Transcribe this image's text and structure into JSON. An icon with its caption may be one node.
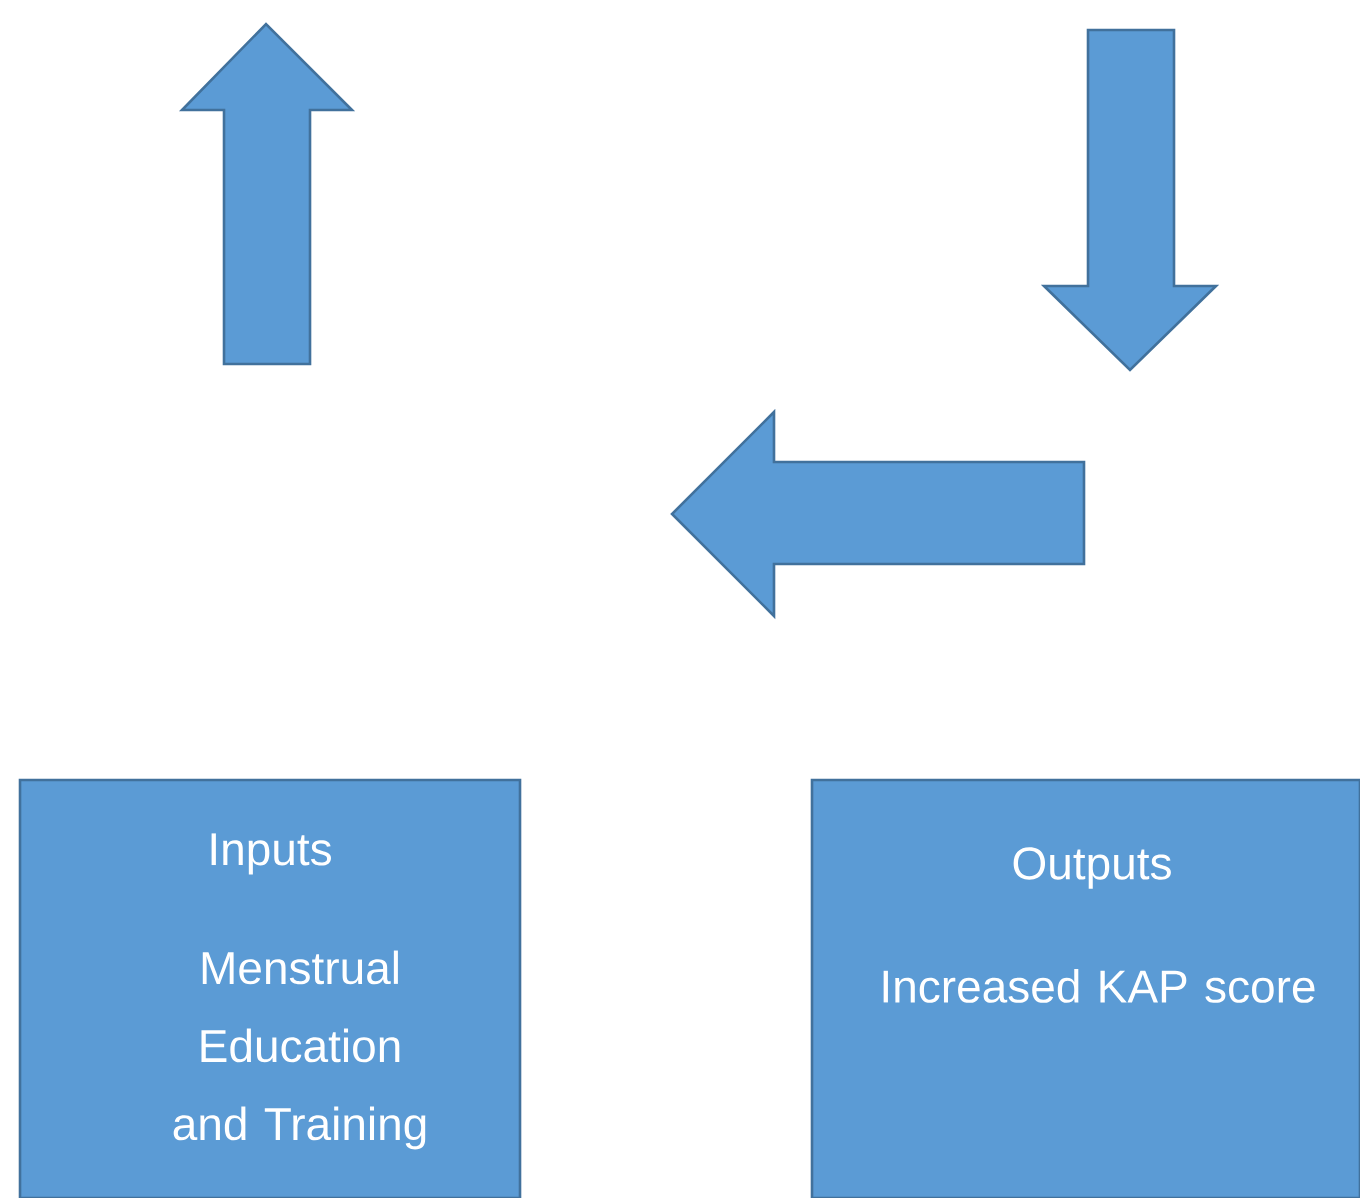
{
  "diagram": {
    "nodes": [
      {
        "text": [
          "Inputs",
          "Menstrual Education and Training"
        ]
      },
      {
        "text": [
          "Outputs",
          "Increased KAP score"
        ]
      }
    ]
  }
}
